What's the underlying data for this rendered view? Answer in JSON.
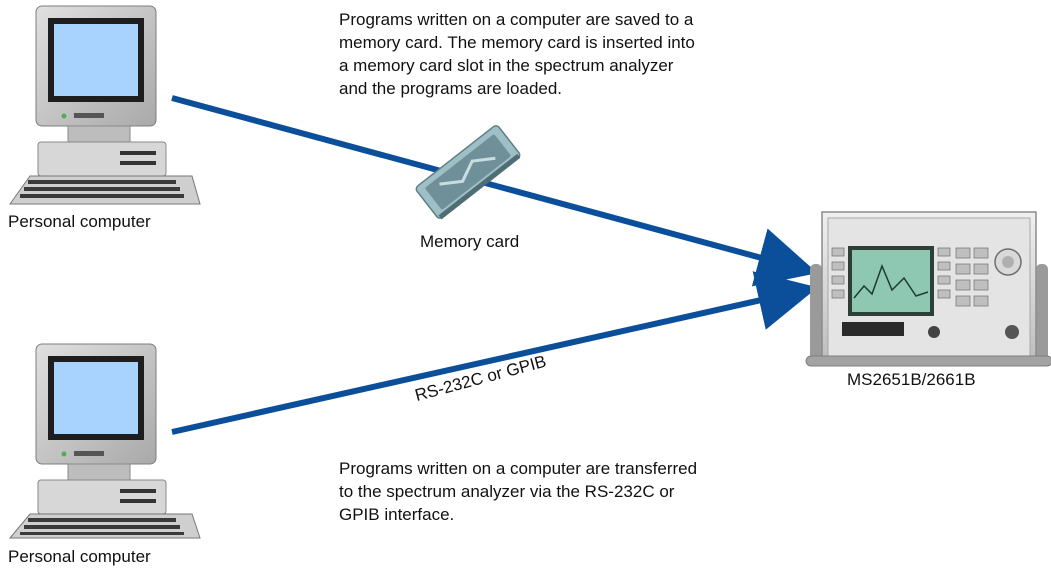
{
  "colors": {
    "arrow": "#0b4f9a",
    "computer_body": "#c9c9c9",
    "screen": "#a9d3ff",
    "card": "#8fb0b8"
  },
  "icons": {
    "computer_top": "desktop-computer-icon",
    "computer_bottom": "desktop-computer-icon",
    "memory_card": "memory-card-icon",
    "analyzer": "spectrum-analyzer-icon"
  },
  "nodes": {
    "computer_top_label": "Personal computer",
    "computer_bottom_label": "Personal computer",
    "memory_card_label": "Memory card",
    "analyzer_label": "MS2651B/2661B"
  },
  "connections": {
    "serial_label": "RS-232C or GPIB"
  },
  "descriptions": {
    "memory_card_path": "Programs written on a computer are saved to a\nmemory card. The memory card is inserted into\na memory card slot in the spectrum analyzer\nand the programs are loaded.",
    "interface_path": "Programs written on a computer are transferred\nto the spectrum analyzer via the RS-232C or\nGPIB interface."
  }
}
